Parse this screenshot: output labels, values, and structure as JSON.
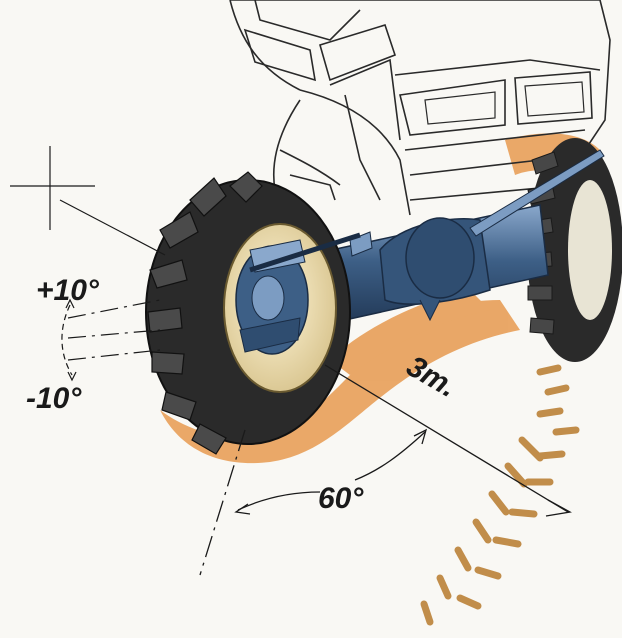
{
  "labels": {
    "tilt_up": "+10°",
    "tilt_down": "-10°",
    "steer_angle": "60°",
    "distance": "3m."
  },
  "colors": {
    "axle": "#3d5f86",
    "axle_dark": "#243c5c",
    "axle_light": "#7c9cc2",
    "tire": "#2a2a2a",
    "tread": "#404040",
    "rim": "#f0e2b6",
    "shadow": "#e79a4f",
    "track": "#c18d4a",
    "ink": "#1a1a1a"
  },
  "icons": [
    "tractor-front",
    "front-axle",
    "left-wheel",
    "right-wheel",
    "tire-tracks"
  ]
}
